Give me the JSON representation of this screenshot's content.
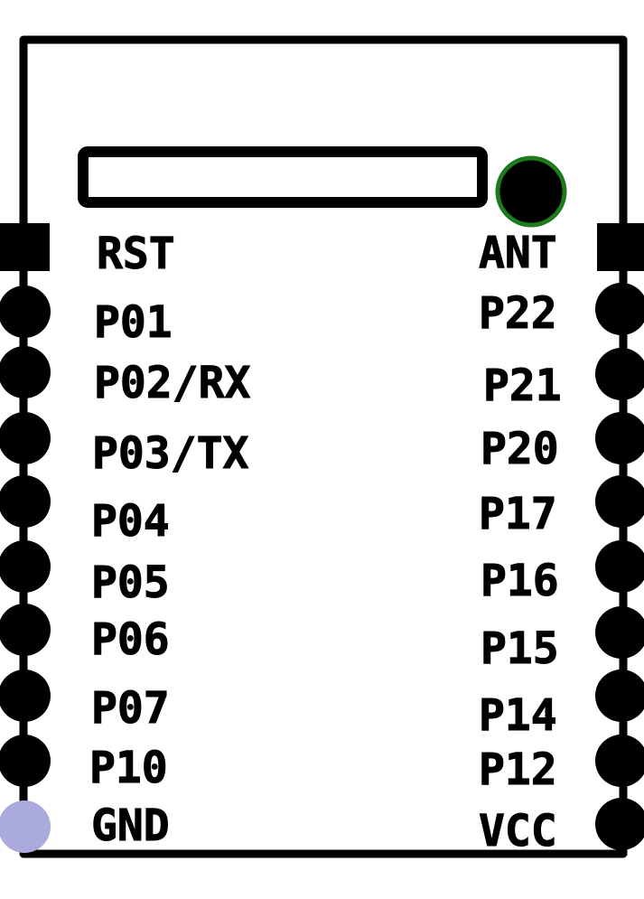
{
  "colors": {
    "ink": "#000000",
    "background": "#ffffff",
    "antenna_ring": "#1e7a1e",
    "gnd_marker": "#aaaadd"
  },
  "left_pins": [
    "RST",
    "P01",
    "P02/RX",
    "P03/TX",
    "P04",
    "P05",
    "P06",
    "P07",
    "P10",
    "GND"
  ],
  "right_pins": [
    "ANT",
    "P22",
    "P21",
    "P20",
    "P17",
    "P16",
    "P15",
    "P14",
    "P12",
    "VCC"
  ]
}
